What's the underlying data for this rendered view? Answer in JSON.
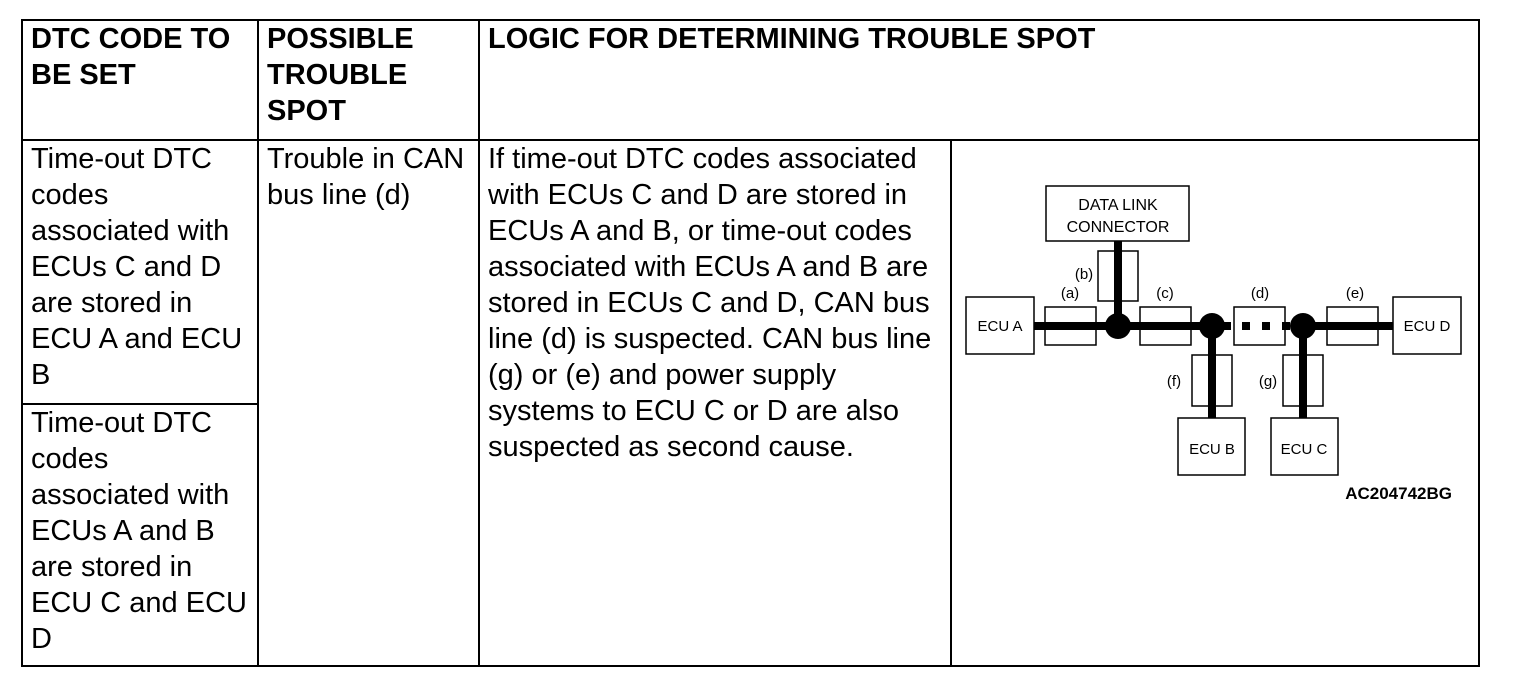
{
  "table": {
    "headers": {
      "dtc_code": "DTC CODE TO BE SET",
      "possible_trouble": "POSSIBLE TROUBLE SPOT",
      "logic": "LOGIC FOR DETERMINING TROUBLE SPOT"
    },
    "rows": {
      "dtc_1": "Time-out DTC codes associated with ECUs C and D are stored in ECU A and ECU B",
      "dtc_2": "Time-out DTC codes associated with ECUs A and B are stored in ECU C and ECU D",
      "trouble": "Trouble in CAN bus line (d)",
      "logic": "If time-out DTC codes associated with ECUs C and D are stored in ECUs A and B, or time-out codes associated with ECUs A and B are stored in ECUs C and D, CAN bus line (d) is suspected. CAN bus line (g) or (e) and power supply systems to ECU C or D are also suspected as second cause."
    }
  },
  "diagram": {
    "data_link_connector": [
      "DATA LINK",
      "CONNECTOR"
    ],
    "ecus": {
      "a": "ECU A",
      "b": "ECU B",
      "c": "ECU C",
      "d": "ECU D"
    },
    "segments": {
      "a": "(a)",
      "b": "(b)",
      "c": "(c)",
      "d": "(d)",
      "e": "(e)",
      "f": "(f)",
      "g": "(g)"
    },
    "reference_code": "AC204742BG"
  }
}
